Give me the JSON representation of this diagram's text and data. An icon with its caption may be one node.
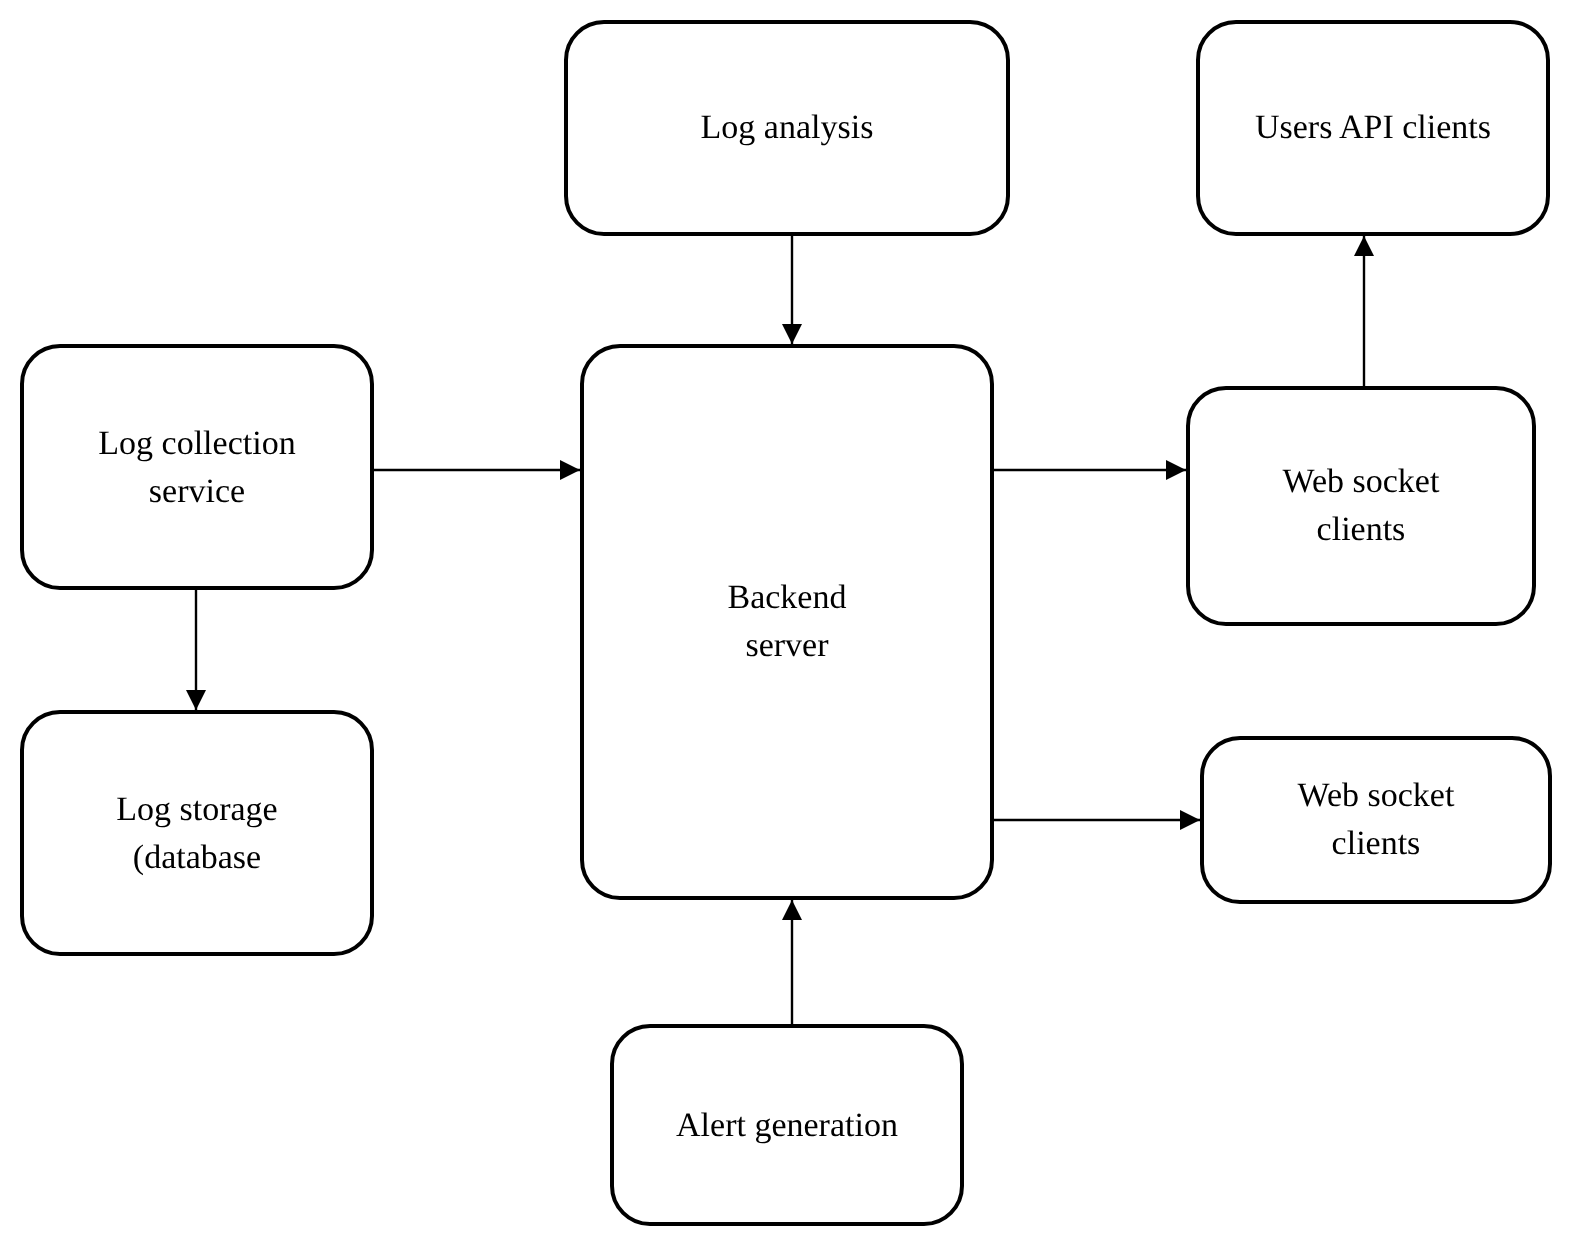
{
  "diagram": {
    "nodes": [
      {
        "text": [
          "Log analysis"
        ]
      },
      {
        "text": [
          "Users API clients"
        ]
      },
      {
        "text": [
          "Log collection service"
        ]
      },
      {
        "text": [
          "Backend server"
        ]
      },
      {
        "text": [
          "Web socket clients"
        ]
      },
      {
        "text": [
          "Log storage (database"
        ]
      },
      {
        "text": [
          "Web socket clients"
        ]
      },
      {
        "text": [
          "Alert generation"
        ]
      }
    ],
    "edges": [
      {
        "from": 0,
        "to": 3,
        "arrow": "to"
      },
      {
        "from": 2,
        "to": 3,
        "arrow": "to"
      },
      {
        "from": 3,
        "to": 4,
        "arrow": "to"
      },
      {
        "from": 4,
        "to": 1,
        "arrow": "to"
      },
      {
        "from": 2,
        "to": 5,
        "arrow": "to"
      },
      {
        "from": 3,
        "to": 6,
        "arrow": "to"
      },
      {
        "from": 7,
        "to": 3,
        "arrow": "to"
      }
    ]
  }
}
